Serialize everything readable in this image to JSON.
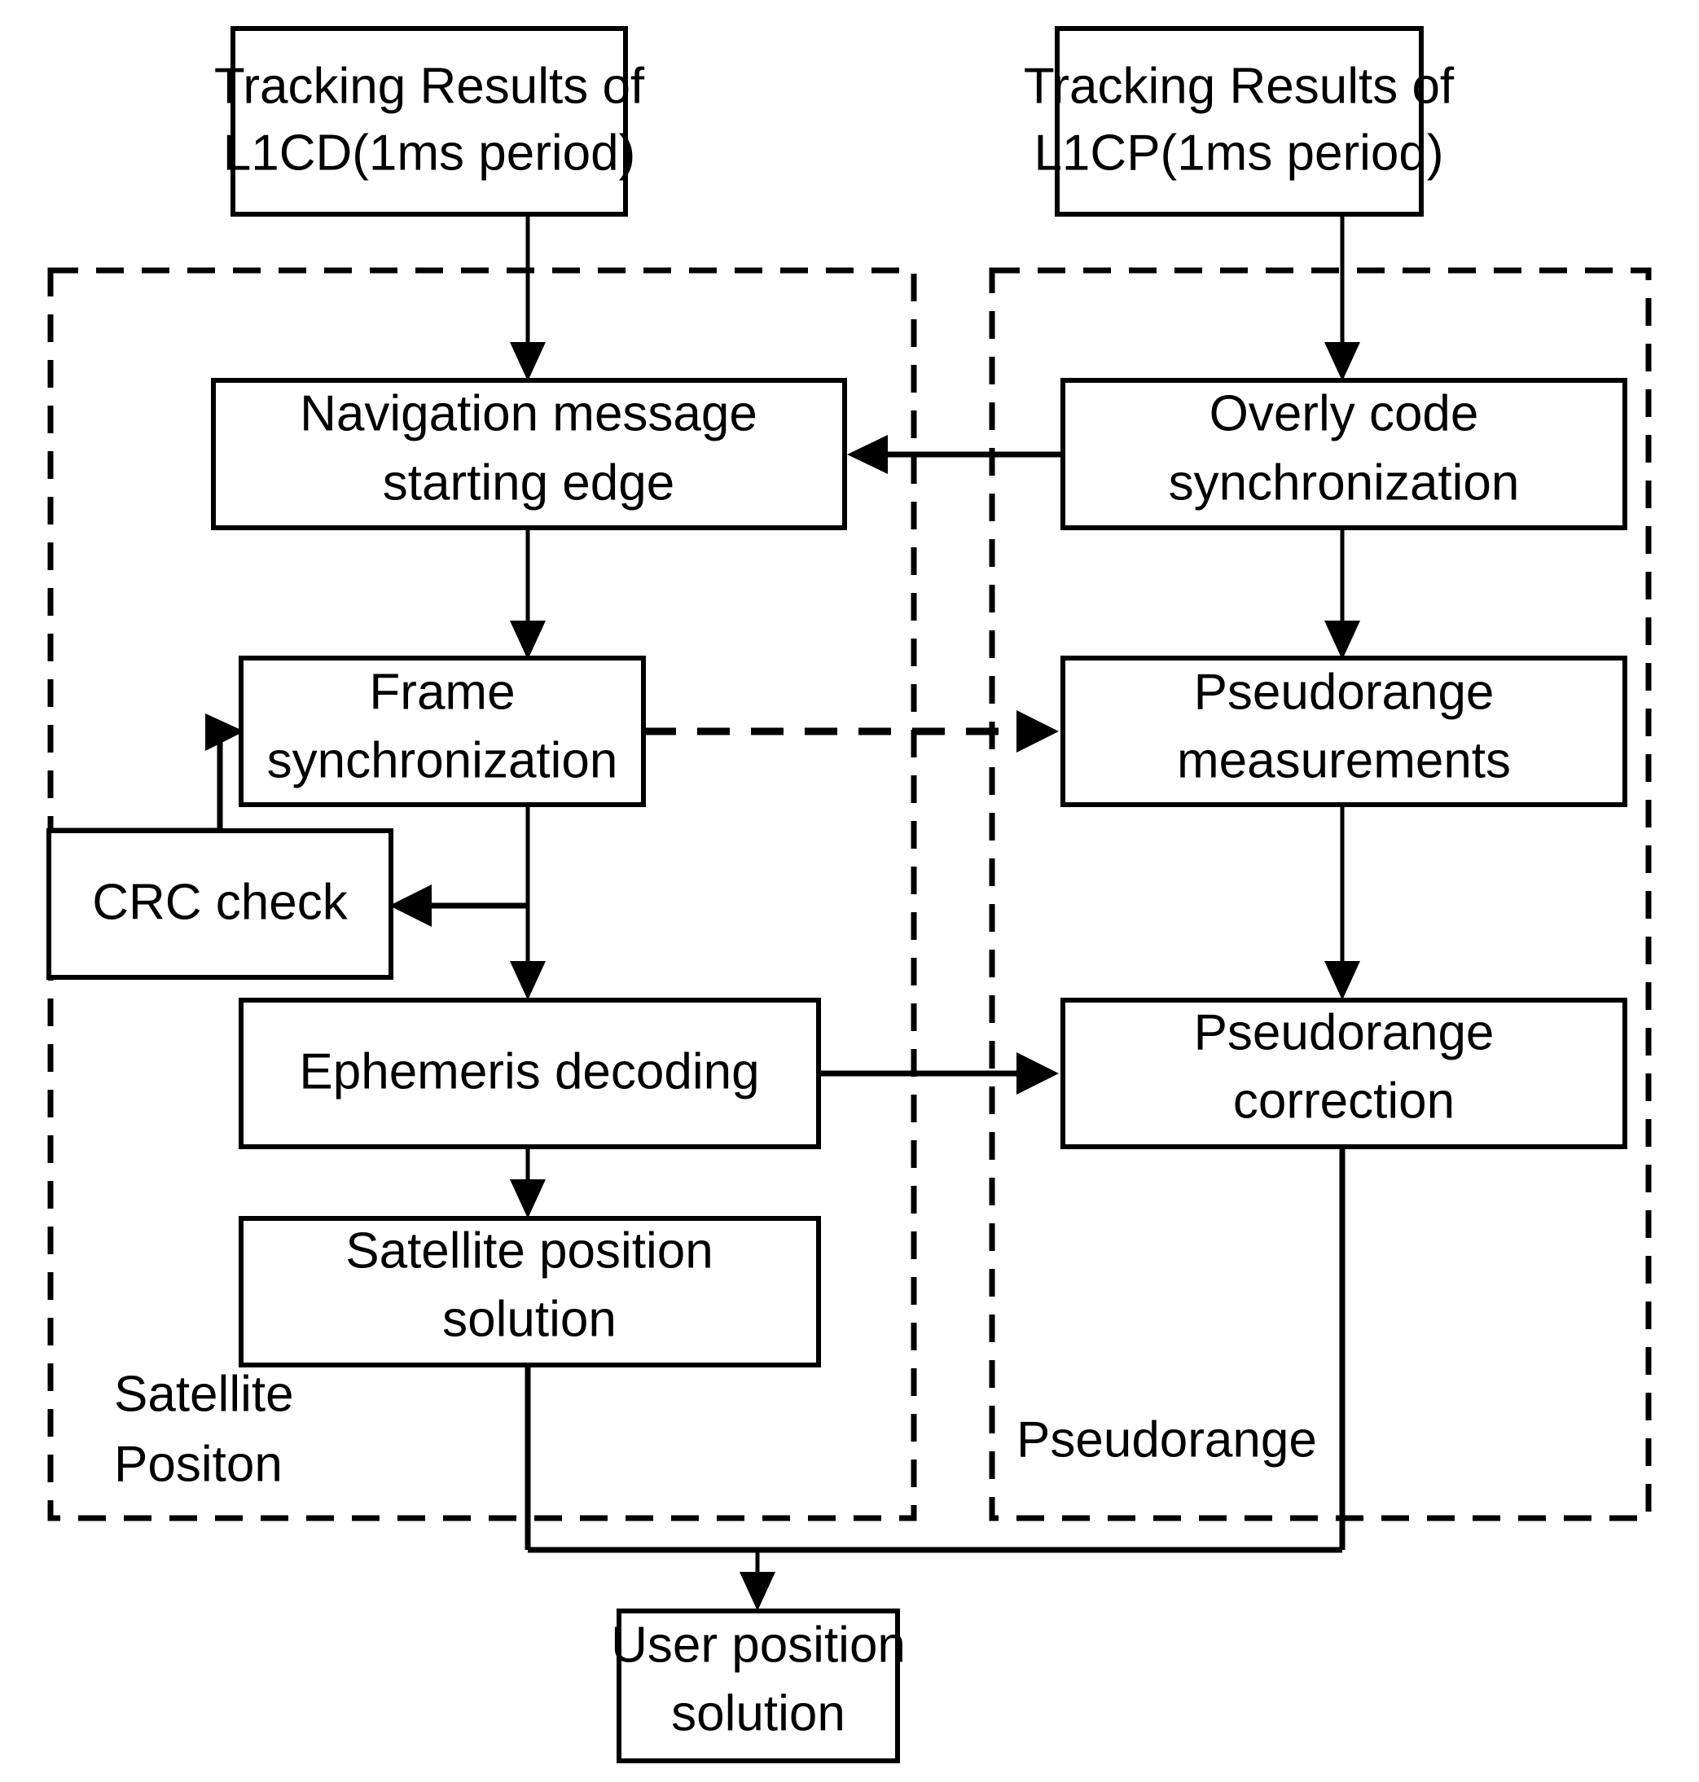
{
  "diagram": {
    "title": "GNSS L1C receiver positioning flowchart",
    "background_color": "#ffffff",
    "line_color": "#000000",
    "nodes": [
      {
        "id": "l1cd",
        "line1": "Tracking Results of",
        "line2": "L1CD(1ms period)"
      },
      {
        "id": "l1cp",
        "line1": "Tracking Results of",
        "line2": "L1CP(1ms period)"
      },
      {
        "id": "nav_edge",
        "line1": "Navigation message",
        "line2": "starting edge"
      },
      {
        "id": "overlay",
        "line1": "Overly code",
        "line2": "synchronization"
      },
      {
        "id": "frame_sync",
        "line1": "Frame",
        "line2": "synchronization"
      },
      {
        "id": "pr_meas",
        "line1": "Pseudorange",
        "line2": "measurements"
      },
      {
        "id": "crc",
        "line1": "CRC check",
        "line2": ""
      },
      {
        "id": "ephemeris",
        "line1": "Ephemeris decoding",
        "line2": ""
      },
      {
        "id": "pr_corr",
        "line1": "Pseudorange",
        "line2": "correction"
      },
      {
        "id": "sat_pos",
        "line1": "Satellite position",
        "line2": "solution"
      },
      {
        "id": "user_pos",
        "line1": "User position",
        "line2": "solution"
      }
    ],
    "groups": [
      {
        "id": "satellite_position_group",
        "line1": "Satellite",
        "line2": "Positon"
      },
      {
        "id": "pseudorange_group",
        "line1": "Pseudorange",
        "line2": ""
      }
    ],
    "edges": [
      {
        "from": "l1cd",
        "to": "nav_edge",
        "style": "solid"
      },
      {
        "from": "l1cp",
        "to": "overlay",
        "style": "solid"
      },
      {
        "from": "overlay",
        "to": "nav_edge",
        "style": "solid"
      },
      {
        "from": "overlay",
        "to": "pr_meas",
        "style": "solid"
      },
      {
        "from": "nav_edge",
        "to": "frame_sync",
        "style": "solid"
      },
      {
        "from": "frame_sync",
        "to": "pr_meas",
        "style": "dashed"
      },
      {
        "from": "frame_sync",
        "to": "crc",
        "style": "solid"
      },
      {
        "from": "crc",
        "to": "frame_sync",
        "style": "solid"
      },
      {
        "from": "frame_sync",
        "to": "ephemeris",
        "style": "solid"
      },
      {
        "from": "pr_meas",
        "to": "pr_corr",
        "style": "solid"
      },
      {
        "from": "ephemeris",
        "to": "pr_corr",
        "style": "solid"
      },
      {
        "from": "ephemeris",
        "to": "sat_pos",
        "style": "solid"
      },
      {
        "from": "sat_pos",
        "to": "user_pos",
        "style": "solid"
      },
      {
        "from": "pr_corr",
        "to": "user_pos",
        "style": "solid"
      }
    ]
  }
}
